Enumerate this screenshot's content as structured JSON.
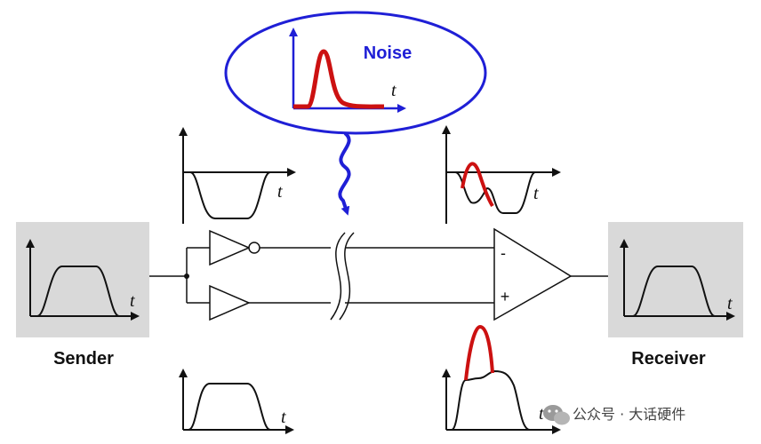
{
  "labels": {
    "sender": "Sender",
    "receiver": "Receiver",
    "noise": "Noise",
    "t": "t"
  },
  "receiver_inputs": {
    "minus": "-",
    "plus": "+"
  },
  "watermark": {
    "text": "公众号 · 大话硬件",
    "icon": "wechat-icon"
  },
  "colors": {
    "signal": "#111111",
    "noise": "#cc1111",
    "noise_outline": "#1f1fd6",
    "box_fill": "#d9d9d9"
  }
}
